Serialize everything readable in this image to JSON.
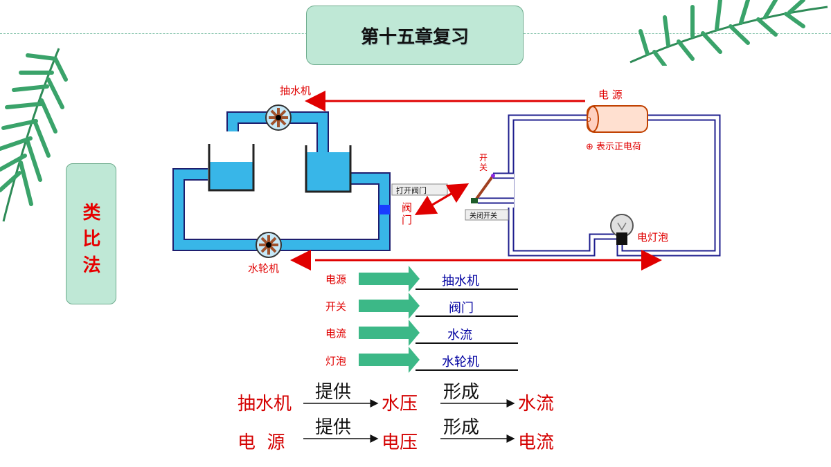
{
  "title": "第十五章复习",
  "side_label": [
    "类",
    "比",
    "法"
  ],
  "water_circuit": {
    "pump_label": "抽水机",
    "turbine_label": "水轮机",
    "valve_label": "阀\n门",
    "valve_label_top": "阀",
    "valve_label_bottom": "门",
    "open_valve_tag": "打开阀门"
  },
  "electric_circuit": {
    "source_label": "电  源",
    "switch_label_top": "开",
    "switch_label_bottom": "关",
    "positive_charge_label": "⊕ 表示正电荷",
    "bulb_label": "电灯泡",
    "close_switch_tag": "关闭开关"
  },
  "analogy_rows": [
    {
      "left": "电源",
      "right": "抽水机"
    },
    {
      "left": "开关",
      "right": "阀门"
    },
    {
      "left": "电流",
      "right": "水流"
    },
    {
      "left": "灯泡",
      "right": "水轮机"
    }
  ],
  "chains": [
    {
      "start": "抽水机",
      "verb1": "提供",
      "mid": "水压",
      "verb2": "形成",
      "end": "水流"
    },
    {
      "start": "电  源",
      "verb1": "提供",
      "mid": "电压",
      "verb2": "形成",
      "end": "电流"
    }
  ],
  "colors": {
    "water": "#38b6e8",
    "pipe_border": "#1e1e6e",
    "red_arrow": "#e00000",
    "green_arrow": "#3cb887",
    "panel_bg": "#bfe8d6"
  }
}
